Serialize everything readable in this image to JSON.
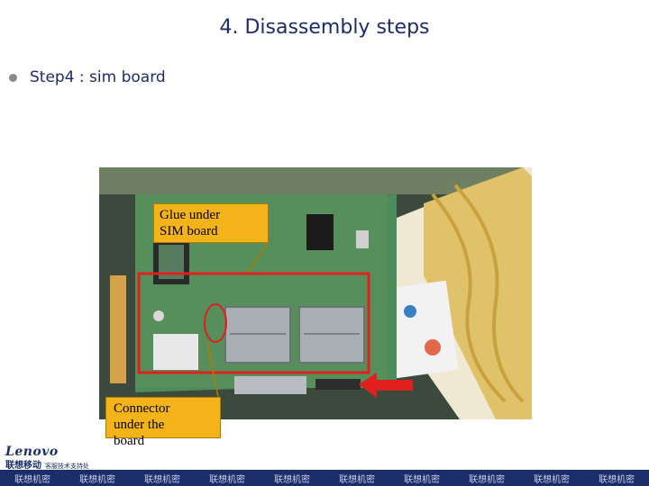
{
  "slide": {
    "title": "4. Disassembly steps",
    "bullet": "Step4 : sim board"
  },
  "callouts": {
    "glue": "Glue under\nSIM board",
    "connector": "Connector\nunder the\nboard"
  },
  "logo": {
    "word": "Lenovo",
    "cn": "联想移动",
    "cn_sub": "客服技术支持处"
  },
  "footer": {
    "items": [
      "联想机密",
      "联想机密",
      "联想机密",
      "联想机密",
      "联想机密",
      "联想机密",
      "联想机密",
      "联想机密",
      "联想机密",
      "联想机密"
    ]
  },
  "colors": {
    "title": "#1c2d6b",
    "callout": "#f5b31a",
    "highlight": "#e0201c",
    "footer": "#1c2d6b"
  }
}
